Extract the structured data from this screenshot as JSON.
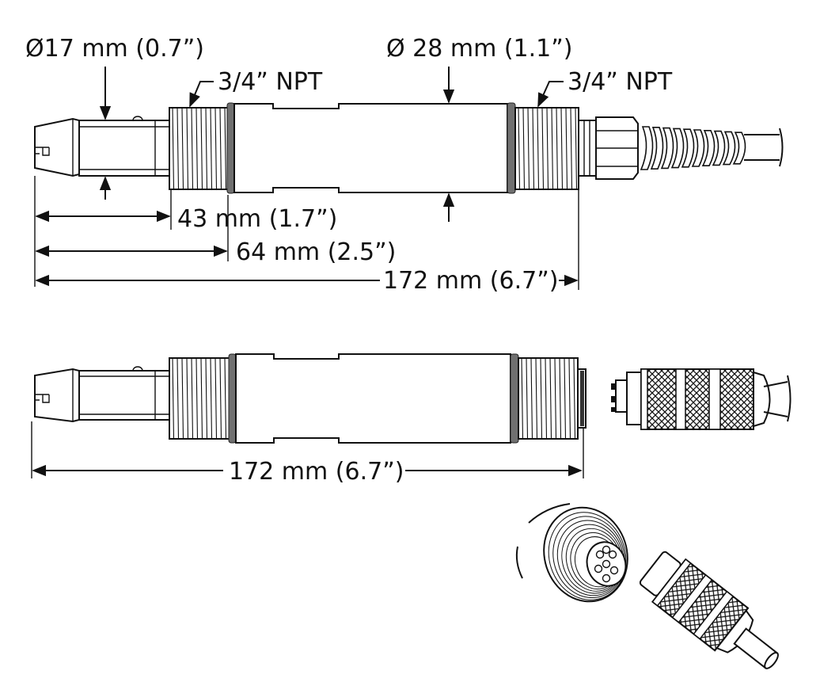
{
  "diagram": {
    "top_view": {
      "dia_small_label": "Ø17 mm (0.7”)",
      "dia_large_label": "Ø 28 mm (1.1”)",
      "npt_left_label": "3/4” NPT",
      "npt_right_label": "3/4” NPT",
      "dim_43_label": "43 mm (1.7”)",
      "dim_64_label": "64 mm (2.5”)",
      "dim_172_label": "172 mm (6.7”)"
    },
    "bottom_view": {
      "dim_172_label": "172 mm (6.7”)"
    }
  }
}
